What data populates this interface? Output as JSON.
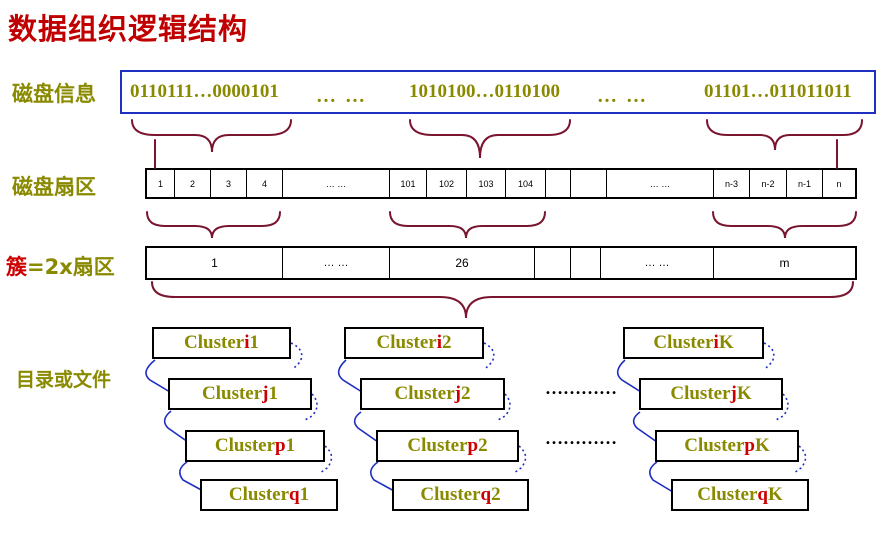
{
  "title": "数据组织逻辑结构",
  "labels": {
    "disk_info": "磁盘信息",
    "sectors": "磁盘扇区",
    "cluster_prefix": "簇",
    "cluster_suffix": "=2x扇区",
    "dirs_files": "目录或文件"
  },
  "disk_info": {
    "bits1": "0110111…0000101",
    "dots1": "… …",
    "bits2": "1010100…0110100",
    "dots2": "… …",
    "bits3": "01101…011011011"
  },
  "sectors": [
    "1",
    "2",
    "3",
    "4",
    "… …",
    "101",
    "102",
    "103",
    "104",
    "",
    "",
    "… …",
    "n-3",
    "n-2",
    "n-1",
    "n"
  ],
  "clusters_row": [
    "1",
    "… …",
    "26",
    "",
    "",
    "… …",
    "m"
  ],
  "chains": [
    {
      "i": {
        "prefix": "Cluster ",
        "letter": "i",
        "num": "1"
      },
      "j": {
        "prefix": "Cluster ",
        "letter": "j",
        "num": "1"
      },
      "p": {
        "prefix": "Cluster ",
        "letter": "p",
        "num": "1"
      },
      "q": {
        "prefix": "Cluster ",
        "letter": "q",
        "num": "1"
      }
    },
    {
      "i": {
        "prefix": "Cluster ",
        "letter": "i",
        "num": "2"
      },
      "j": {
        "prefix": "Cluster ",
        "letter": "j",
        "num": "2"
      },
      "p": {
        "prefix": "Cluster ",
        "letter": "p",
        "num": "2"
      },
      "q": {
        "prefix": "Cluster ",
        "letter": "q",
        "num": "2"
      }
    },
    {
      "i": {
        "prefix": "Cluster ",
        "letter": "i",
        "num": "K"
      },
      "j": {
        "prefix": "Cluster ",
        "letter": "j",
        "num": "K"
      },
      "p": {
        "prefix": "Cluster ",
        "letter": "p",
        "num": "K"
      },
      "q": {
        "prefix": "Cluster ",
        "letter": "q",
        "num": "K"
      }
    }
  ],
  "ellipsis": [
    "…………",
    "…………"
  ],
  "colors": {
    "title": "#c00000",
    "label": "#8a8a00",
    "box_border": "#1f2fbf",
    "arrow": "#1f2fbf",
    "accent": "#cc0000"
  }
}
